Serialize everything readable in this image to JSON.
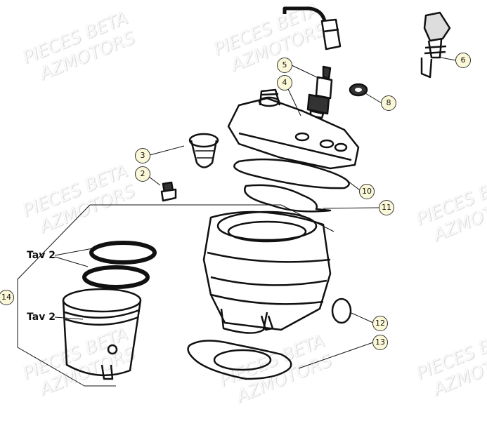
{
  "watermark": {
    "line1": "PIECES BETA",
    "line2": "AZMOTORS"
  },
  "callouts": [
    "2",
    "3",
    "4",
    "5",
    "6",
    "8",
    "10",
    "11",
    "12",
    "13",
    "14"
  ],
  "labels": {
    "piston_rings": "Tav 2",
    "piston": "Tav 2"
  },
  "colors": {
    "callout_fill": "#fbf8d8",
    "line": "#111111"
  }
}
